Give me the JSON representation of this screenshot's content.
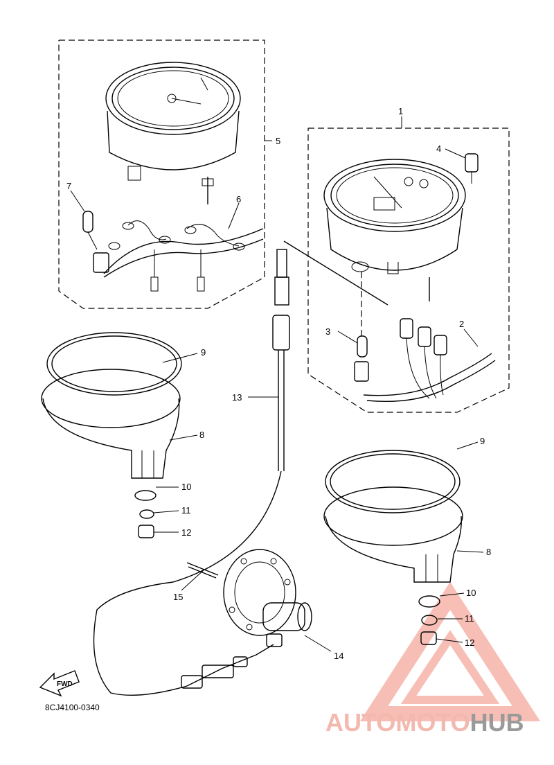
{
  "diagram": {
    "part_code": "8CJ4100-0340",
    "direction_label": "FWD",
    "callouts": [
      {
        "label": "1"
      },
      {
        "label": "2"
      },
      {
        "label": "3"
      },
      {
        "label": "4"
      },
      {
        "label": "5"
      },
      {
        "label": "6"
      },
      {
        "label": "7"
      },
      {
        "label": "8"
      },
      {
        "label": "9"
      },
      {
        "label": "10"
      },
      {
        "label": "11"
      },
      {
        "label": "12"
      },
      {
        "label": "13"
      },
      {
        "label": "14"
      },
      {
        "label": "15"
      },
      {
        "label": "8"
      },
      {
        "label": "9"
      },
      {
        "label": "10"
      },
      {
        "label": "11"
      },
      {
        "label": "12"
      }
    ]
  },
  "watermark": {
    "part1": "AUTOMOTO",
    "part2": "HUB",
    "color_primary": "#f3b8ae",
    "color_secondary": "#9a9a9a"
  }
}
